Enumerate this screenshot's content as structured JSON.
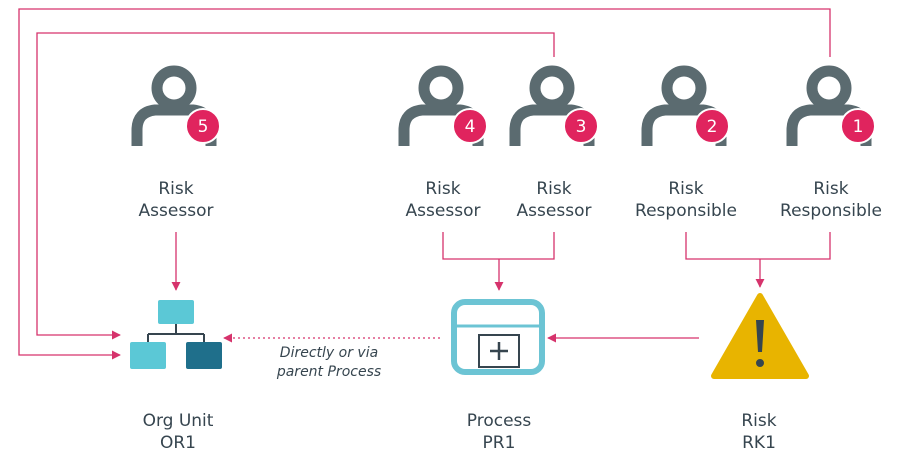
{
  "colors": {
    "connector": "#d6336c",
    "person": "#5b6b70",
    "badge": "#e0245e",
    "text": "#36454f",
    "org_light": "#5bc8d6",
    "org_dark": "#1f6f8b",
    "process": "#6cc4d4",
    "risk": "#e8b400"
  },
  "people": [
    {
      "badge": "5",
      "line1": "Risk",
      "line2": "Assessor",
      "icon": "person-icon"
    },
    {
      "badge": "4",
      "line1": "Risk",
      "line2": "Assessor",
      "icon": "person-icon"
    },
    {
      "badge": "3",
      "line1": "Risk",
      "line2": "Assessor",
      "icon": "person-icon"
    },
    {
      "badge": "2",
      "line1": "Risk",
      "line2": "Responsible",
      "icon": "person-icon"
    },
    {
      "badge": "1",
      "line1": "Risk",
      "line2": "Responsible",
      "icon": "person-icon"
    }
  ],
  "nodes": {
    "org_unit": {
      "line1": "Org Unit",
      "line2": "OR1",
      "icon": "org-chart-icon"
    },
    "process": {
      "line1": "Process",
      "line2": "PR1",
      "icon": "process-icon"
    },
    "risk": {
      "line1": "Risk",
      "line2": "RK1",
      "icon": "warning-icon"
    }
  },
  "edges": {
    "process_to_org": {
      "line1": "Directly or via",
      "line2": "parent Process",
      "style": "dotted"
    }
  }
}
